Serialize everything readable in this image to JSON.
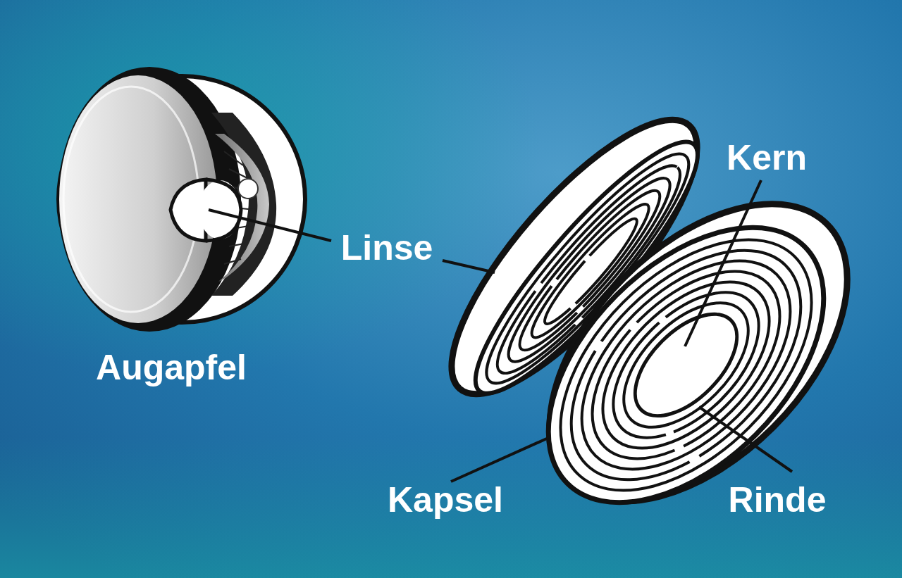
{
  "diagram": {
    "labels": [
      "Linse",
      "Augapfel",
      "Kern",
      "Kapsel",
      "Rinde"
    ]
  }
}
